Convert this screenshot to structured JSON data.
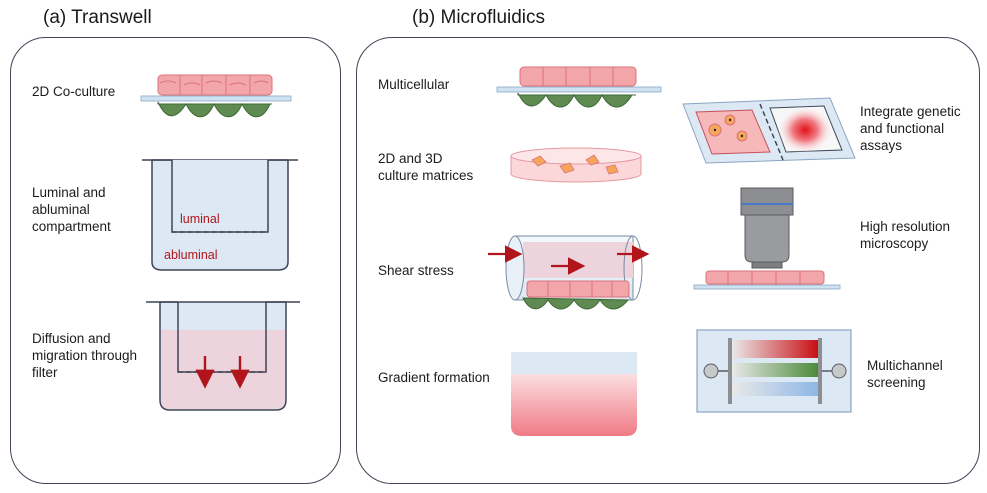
{
  "panel_a": {
    "title": "(a) Transwell",
    "items": [
      {
        "label": "2D Co-culture"
      },
      {
        "label": "Luminal and\nabluminal\ncompartment"
      },
      {
        "label": "Diffusion and\nmigration through\nfilter"
      }
    ],
    "luminal_label": "luminal",
    "abluminal_label": "abluminal"
  },
  "panel_b": {
    "title": "(b) Microfluidics",
    "left_items": [
      {
        "label": "Multicellular"
      },
      {
        "label": "2D and 3D\nculture matrices"
      },
      {
        "label": "Shear stress"
      },
      {
        "label": "Gradient formation"
      }
    ],
    "right_items": [
      {
        "label": "Integrate genetic\nand functional\nassays"
      },
      {
        "label": "High resolution\nmicroscopy"
      },
      {
        "label": "Multichannel\nscreening"
      }
    ]
  },
  "colors": {
    "outline": "#3e4556",
    "pink_cell": "#f3a6aa",
    "pink_cell_border": "#d9727a",
    "green_cell": "#5f8a52",
    "membrane": "#cfe2f3",
    "well_fill": "#dce9f5",
    "arrow_red": "#b1151b",
    "diffusion_pink": "#ecd3dc"
  }
}
